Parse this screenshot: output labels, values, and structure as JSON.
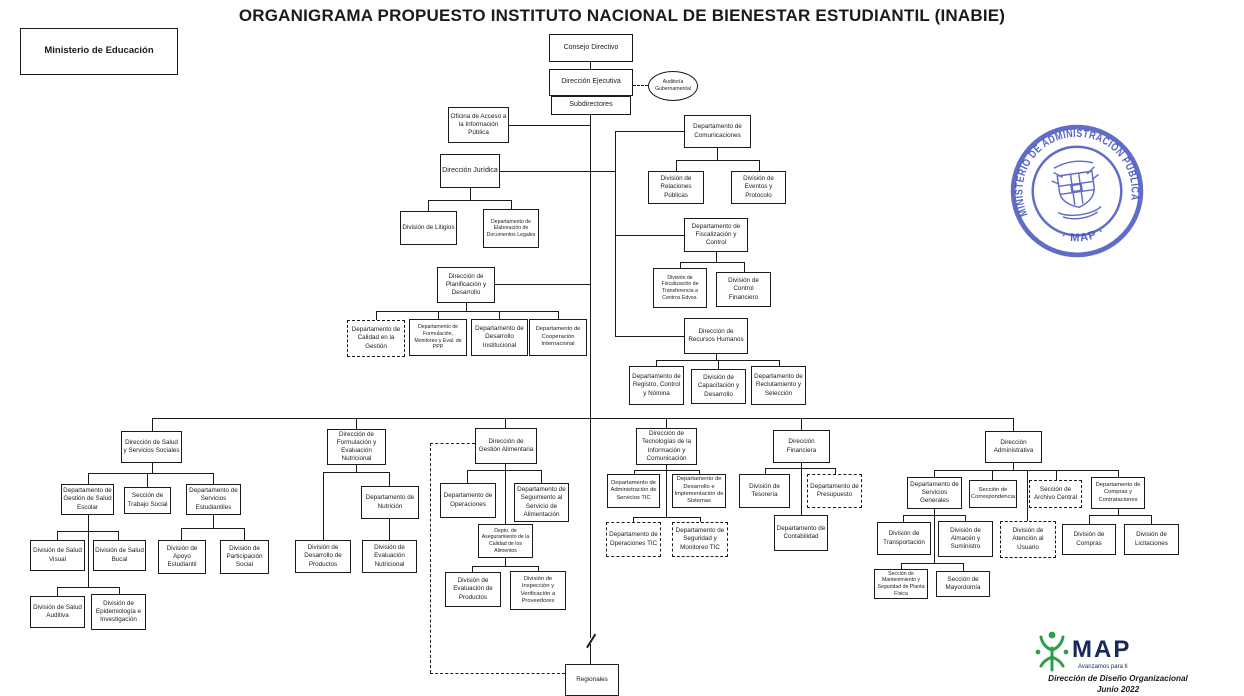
{
  "title": "ORGANIGRAMA PROPUESTO INSTITUTO NACIONAL DE BIENESTAR ESTUDIANTIL (INABIE)",
  "nodes": {
    "ministerio_educacion": "Ministerio de Educación",
    "consejo_directivo": "Consejo Directivo",
    "direccion_ejecutiva": "Dirección Ejecutiva",
    "subdirectores": "Subdirectores",
    "auditoria_gubernamental": "Auditoría Gubernamental",
    "oficina_acceso_informacion": "Oficina de Acceso a la Información Pública",
    "direccion_juridica": "Dirección Jurídica",
    "division_litigios": "División de Litigios",
    "depto_elaboracion_documentos": "Departamento de Elaboración de Documentos Legales",
    "direccion_planificacion": "Dirección de Planificación y Desarrollo",
    "depto_calidad_gestion": "Departamento de Calidad en la Gestión",
    "depto_formulacion_ppp": "Departamento de Formulación, Monitoreo y Eval. de PPP",
    "depto_desarrollo_institucional": "Departamento de Desarrollo Institucional",
    "depto_cooperacion_internacional": "Departamento de Cooperación Internacional",
    "depto_comunicaciones": "Departamento de Comunicaciones",
    "division_relaciones_publicas": "División de Relaciones Públicas",
    "division_eventos_protocolo": "División de Eventos y Protocolo",
    "depto_fiscalizacion_control": "Departamento de Fiscalización y Control",
    "division_fiscalizacion_transferencia": "División de Fiscalización de Transferencia a Centros Edvos.",
    "division_control_financiero": "División de Control Financiero",
    "direccion_recursos_humanos": "Dirección de Recursos Humanos",
    "depto_registro_control_nomina": "Departamento de Registro, Control y Nómina",
    "division_capacitacion_desarrollo": "División de Capacitación y Desarrollo",
    "depto_reclutamiento_seleccion": "Departamento de Reclutamiento y Selección",
    "direccion_salud_servicios_sociales": "Dirección de Salud y Servicios Sociales",
    "depto_gestion_salud_escolar": "Departamento de Gestión de Salud Escolar",
    "seccion_trabajo_social": "Sección de Trabajo Social",
    "depto_servicios_estudiantiles": "Departamento de Servicios Estudiantiles",
    "division_salud_visual": "División de Salud Visual",
    "division_salud_bucal": "División de Salud Bucal",
    "division_apoyo_estudiantil": "División de Apoyo Estudiantil",
    "division_participacion_social": "División de Participación Social",
    "division_salud_auditiva": "División de Salud Auditiva",
    "division_epidemiologia": "División de Epidemiología e Investigación",
    "direccion_formulacion_nutricional": "Dirección de Formulación y Evaluación Nutricional",
    "depto_nutricion": "Departamento de Nutrición",
    "division_desarrollo_productos": "División de Desarrollo de Productos",
    "division_evaluacion_nutricional": "División de Evaluación Nutricional",
    "direccion_gestion_alimentaria": "Dirección de Gestión Alimentaria",
    "depto_operaciones": "Departamento de Operaciones",
    "depto_seguimiento_alimentacion": "Departamento de Seguimiento al Servicio de Alimentación",
    "depto_aseguramiento_calidad": "Depto. de Aseguramiento de la Calidad de los Alimentos",
    "division_evaluacion_productos": "División de Evaluación de Productos",
    "division_inspeccion_proveedores": "División de Inspección y Verificación a Proveedores",
    "direccion_tic": "Dirección de Tecnologías de la Información y Comunicación",
    "depto_administracion_servicios_tic": "Departamento de Administración de Servicios TIC",
    "depto_desarrollo_sistemas": "Departamento de Desarrollo e Implementación de Sistemas",
    "depto_operaciones_tic": "Departamento de Operaciones TIC",
    "depto_seguridad_monitoreo_tic": "Departamento de Seguridad y Monitoreo TIC",
    "direccion_financiera": "Dirección Financiera",
    "division_tesoreria": "División de Tesorería",
    "depto_presupuesto": "Departamento de Presupuesto",
    "depto_contabilidad": "Departamento de Contabilidad",
    "direccion_administrativa": "Dirección Administrativa",
    "depto_servicios_generales": "Departamento de Servicios Generales",
    "seccion_correspondencia": "Sección de Correspondencia",
    "seccion_archivo_central": "Sección de Archivo Central",
    "depto_compras_contrataciones": "Departamento de Compras y Contrataciones",
    "division_transportacion": "División de Transportación",
    "division_almacen_suministro": "División de Almacén y Suministro",
    "division_atencion_usuario": "División de Atención al Usuario",
    "division_compras": "División de Compras",
    "division_licitaciones": "División de Licitaciones",
    "seccion_mantenimiento_planta": "Sección de Mantenimiento y Seguridad de Planta Física",
    "seccion_mayordomia": "Sección de Mayordomía",
    "regionales": "Regionales"
  },
  "seal": {
    "ring_text": "MINISTERIO DE ADMINISTRACIÓN PÚBLICA",
    "bottom_text": "· MAP ·",
    "color": "#4353c0"
  },
  "footer": {
    "logo_text": "MAP",
    "tagline": "Avanzamos para ti",
    "line1": "Dirección de Diseño Organizacional",
    "line2": "Junio 2022",
    "logo_green": "#2f9e49",
    "logo_navy": "#16295c"
  }
}
